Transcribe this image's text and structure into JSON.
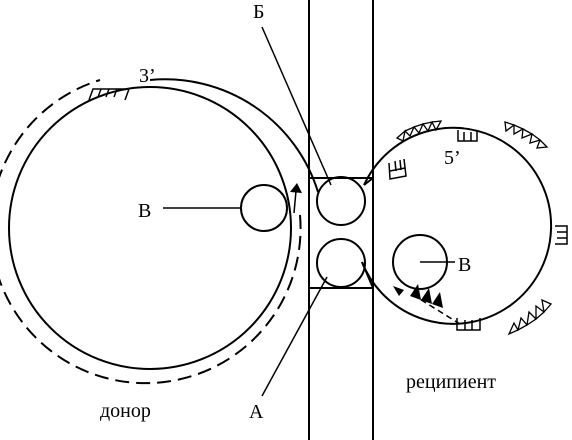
{
  "labels": {
    "b": "Б",
    "v_left": "В",
    "v_right": "В",
    "a": "А",
    "end3": "3’",
    "end5": "5’",
    "donor": "донор",
    "recipient": "реципиент"
  },
  "icons": {
    "comb": "comb-symbol-icon",
    "triangle": "triangle-marker-icon",
    "arrow": "arrow-icon"
  },
  "colors": {
    "ink": "#000000",
    "background": "#ffffff"
  }
}
